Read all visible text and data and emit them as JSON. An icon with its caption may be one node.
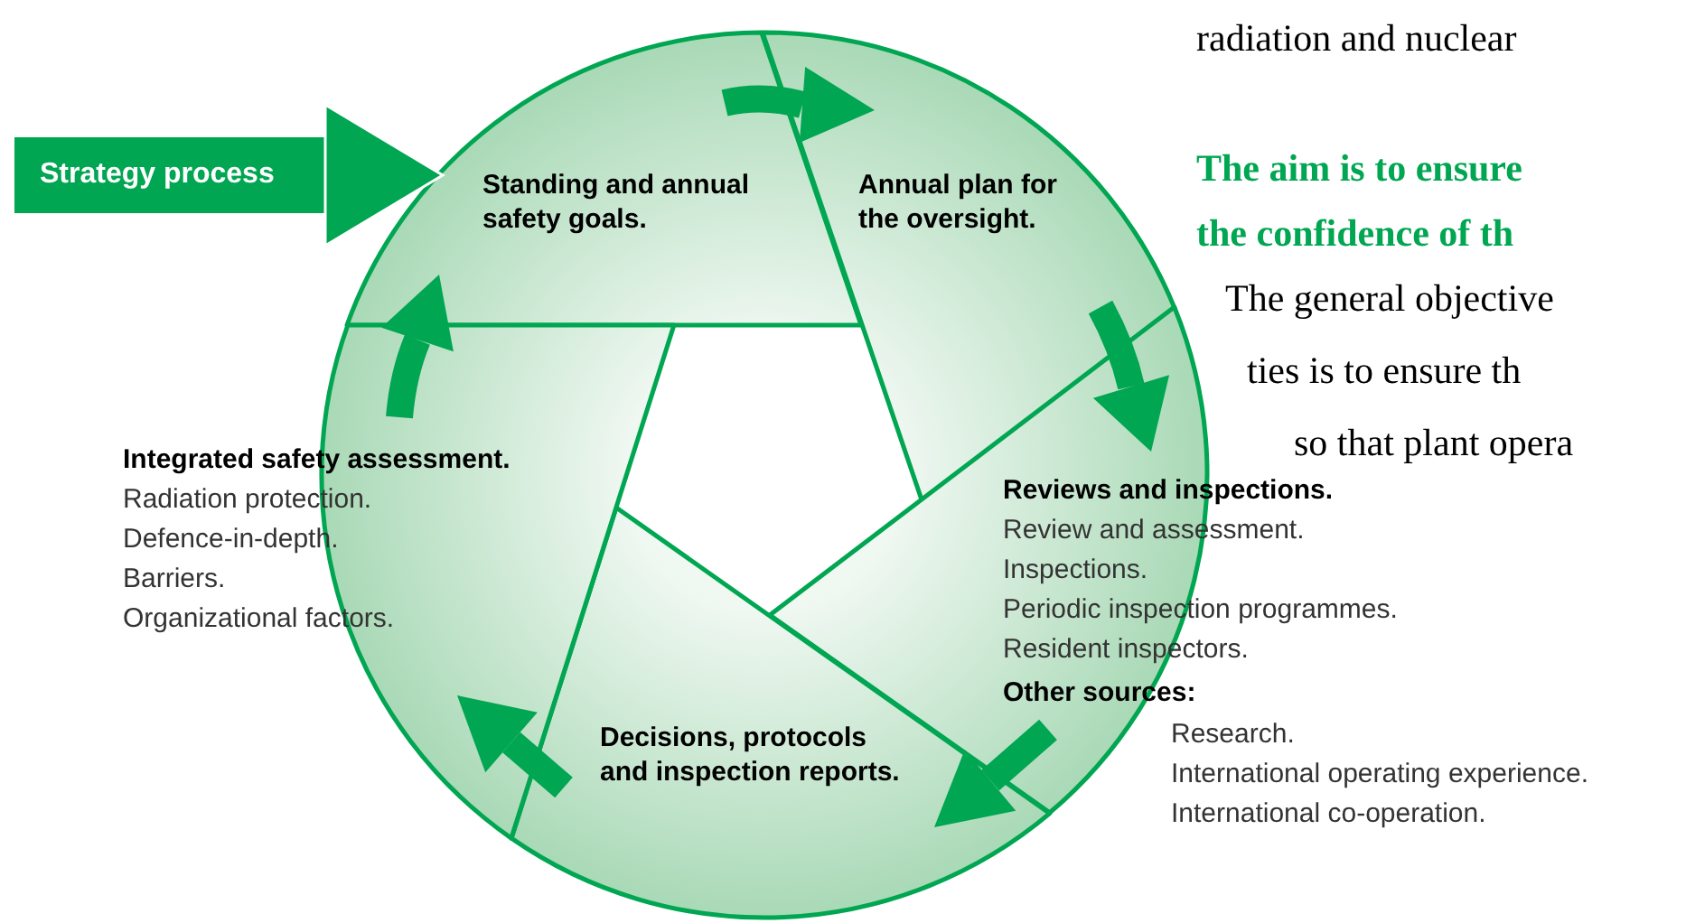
{
  "diagram": {
    "nodes": [
      {
        "text": [
          "Strategy process"
        ]
      },
      {
        "text": [
          "Standing and annual safety goals."
        ]
      },
      {
        "text": [
          "Annual plan for the oversight."
        ]
      },
      {
        "text": [
          "Reviews and inspections.",
          "Review and assessment.",
          "Inspections.",
          "Periodic inspection programmes.",
          "Resident inspectors.",
          "Other sources:",
          "Research.",
          "International operating experience.",
          "International co-operation."
        ]
      },
      {
        "text": [
          "Decisions, protocols and inspection reports."
        ]
      },
      {
        "text": [
          "Integrated safety assessment.",
          "Radiation protection.",
          "Defence-in-depth.",
          "Barriers.",
          "Organizational factors."
        ]
      }
    ],
    "edges": [
      {
        "from": 0,
        "to": 1,
        "arrow": "to"
      },
      {
        "from": 1,
        "to": 2,
        "arrow": "to"
      },
      {
        "from": 2,
        "to": 3,
        "arrow": "to"
      },
      {
        "from": 3,
        "to": 4,
        "arrow": "to"
      },
      {
        "from": 4,
        "to": 5,
        "arrow": "to"
      },
      {
        "from": 5,
        "to": 1,
        "arrow": "to"
      }
    ],
    "labels": [
      "radiation and nuclear",
      "The aim is to ensure",
      "the confidence of th",
      "The general objective",
      "ties is to ensure th",
      "so that plant opera"
    ]
  }
}
